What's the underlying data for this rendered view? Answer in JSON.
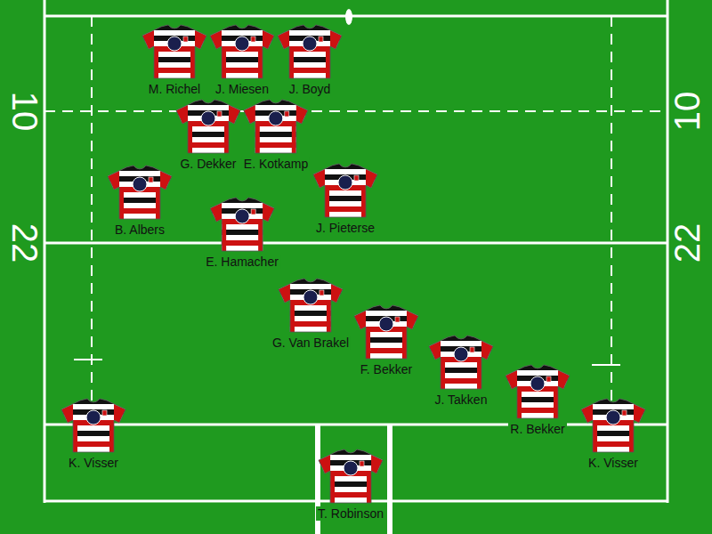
{
  "diagram": {
    "nodes": [
      {
        "text": [
          "M. Richel"
        ]
      },
      {
        "text": [
          "J. Miesen"
        ]
      },
      {
        "text": [
          "J. Boyd"
        ]
      },
      {
        "text": [
          "G. Dekker"
        ]
      },
      {
        "text": [
          "E. Kotkamp"
        ]
      },
      {
        "text": [
          "B. Albers"
        ]
      },
      {
        "text": [
          "J. Pieterse"
        ]
      },
      {
        "text": [
          "E. Hamacher"
        ]
      },
      {
        "text": [
          "G. Van Brakel"
        ]
      },
      {
        "text": [
          "F. Bekker"
        ]
      },
      {
        "text": [
          "J. Takken"
        ]
      },
      {
        "text": [
          "R. Bekker"
        ]
      },
      {
        "text": [
          "K. Visser"
        ]
      },
      {
        "text": [
          "K. Visser"
        ]
      },
      {
        "text": [
          "T. Robinson"
        ]
      }
    ],
    "labels": [
      "10",
      "10",
      "22",
      "22"
    ]
  }
}
